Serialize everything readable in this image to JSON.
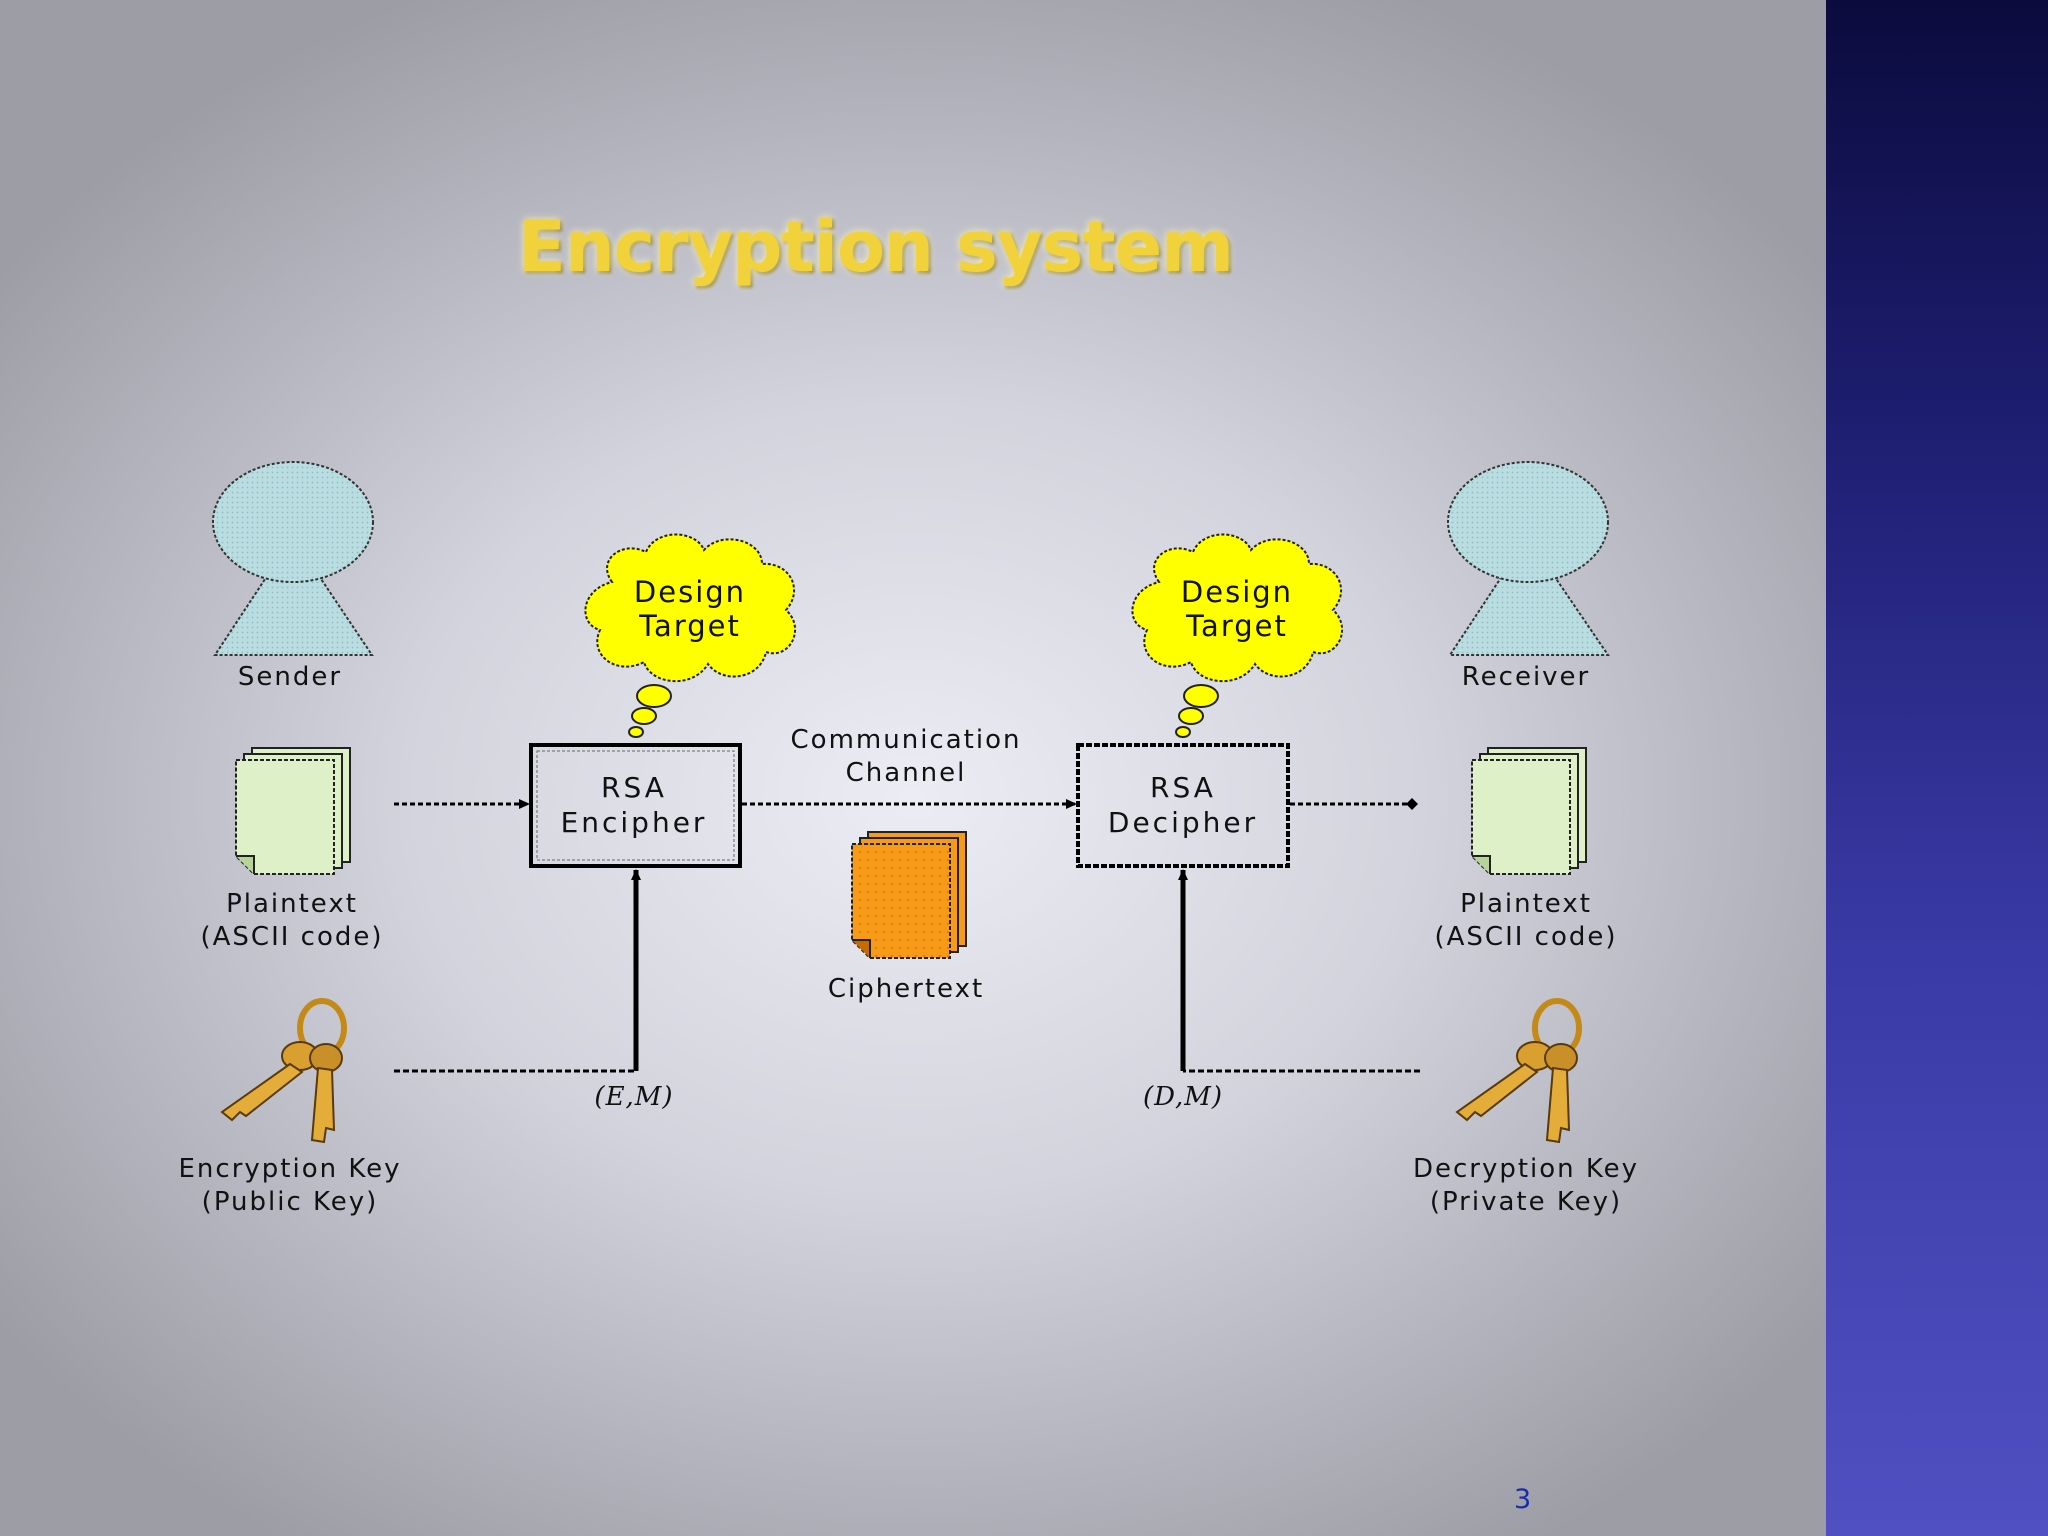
{
  "slide": {
    "title": "Encryption system",
    "page_number": "3"
  },
  "diagram": {
    "sender": {
      "label": "Sender",
      "icon": "person-icon"
    },
    "receiver": {
      "label": "Receiver",
      "icon": "person-icon"
    },
    "plaintext_in": {
      "line1": "Plaintext",
      "line2": "(ASCII code)",
      "icon": "document-stack-icon"
    },
    "plaintext_out": {
      "line1": "Plaintext",
      "line2": "(ASCII code)",
      "icon": "document-stack-icon"
    },
    "encipher": {
      "line1": "RSA",
      "line2": "Encipher"
    },
    "decipher": {
      "line1": "RSA",
      "line2": "Decipher"
    },
    "cloud_left": {
      "line1": "Design",
      "line2": "Target"
    },
    "cloud_right": {
      "line1": "Design",
      "line2": "Target"
    },
    "channel": {
      "line1": "Communication",
      "line2": "Channel"
    },
    "ciphertext": {
      "label": "Ciphertext",
      "icon": "document-stack-icon"
    },
    "encryption_key": {
      "line1": "Encryption Key",
      "line2": "(Public Key)",
      "param": "(E,M)",
      "icon": "keys-icon"
    },
    "decryption_key": {
      "line1": "Decryption Key",
      "line2": "(Private Key)",
      "param": "(D,M)",
      "icon": "keys-icon"
    },
    "colors": {
      "person_fill": "#b9dde0",
      "plaintext_fill": "#ddf0c8",
      "ciphertext_fill": "#f79a18",
      "cloud_fill": "#ffff00",
      "title": "#f2d23a"
    }
  }
}
